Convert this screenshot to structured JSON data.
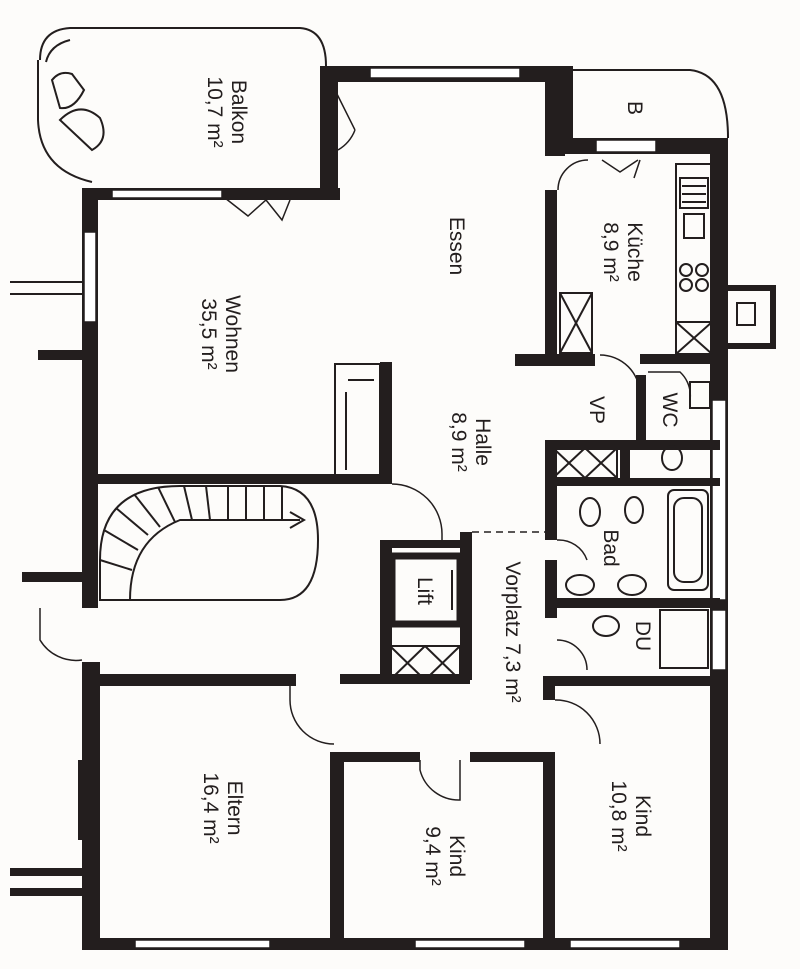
{
  "rooms": {
    "balkon": {
      "name": "Balkon",
      "area": "10,7 m²"
    },
    "b": {
      "name": "B"
    },
    "kueche": {
      "name": "Küche",
      "area": "8,9 m²"
    },
    "essen": {
      "name": "Essen"
    },
    "wohnen": {
      "name": "Wohnen",
      "area": "35,5 m²"
    },
    "halle": {
      "name": "Halle",
      "area": "8,9 m²"
    },
    "vp": {
      "name": "VP"
    },
    "wc": {
      "name": "WC"
    },
    "bad": {
      "name": "Bad"
    },
    "du": {
      "name": "DU"
    },
    "lift": {
      "name": "Lift"
    },
    "vorplatz": {
      "name": "Vorplatz 7,3 m²"
    },
    "eltern": {
      "name": "Eltern",
      "area": "16,4 m²"
    },
    "kind_mid": {
      "name": "Kind",
      "area": "9,4 m²"
    },
    "kind_right": {
      "name": "Kind",
      "area": "10,8 m²"
    }
  },
  "colors": {
    "ink": "#231e1e",
    "paper": "#fdfcfa"
  }
}
